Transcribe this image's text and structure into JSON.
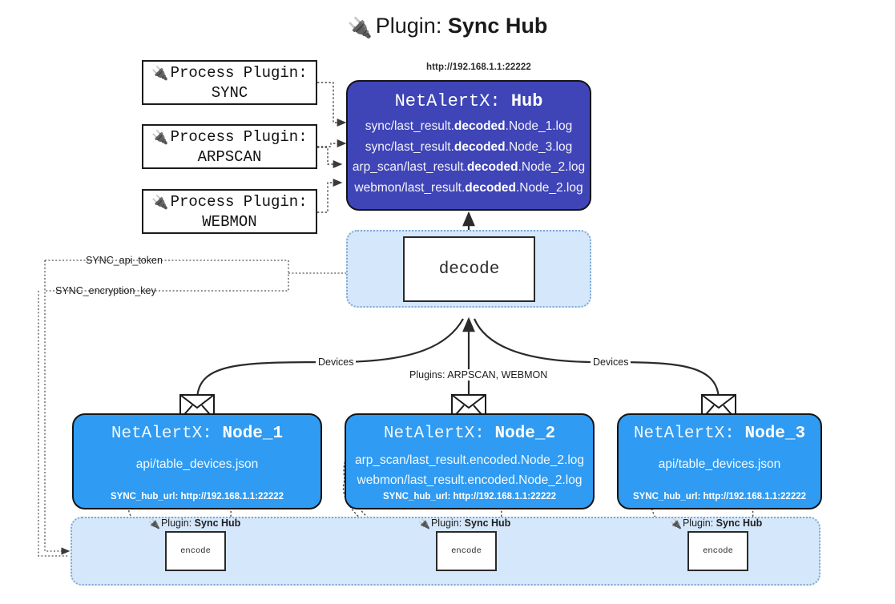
{
  "title": {
    "icon": "plug-icon",
    "lead": "Plugin:",
    "strong": "Sync Hub"
  },
  "process_plugins": [
    {
      "line1": "Process Plugin:",
      "line2": "SYNC",
      "icon": "plug-icon"
    },
    {
      "line1": "Process Plugin:",
      "line2": "ARPSCAN",
      "icon": "plug-icon"
    },
    {
      "line1": "Process Plugin:",
      "line2": "WEBMON",
      "icon": "plug-icon"
    }
  ],
  "hub": {
    "url": "http://192.168.1.1:22222",
    "title_prefix": "NetAlertX:",
    "title_name": "Hub",
    "lines": [
      {
        "pre": "sync/last_result.",
        "mid": "decoded",
        "post": ".Node_1.log"
      },
      {
        "pre": "sync/last_result.",
        "mid": "decoded",
        "post": ".Node_3.log"
      },
      {
        "pre": "arp_scan/last_result.",
        "mid": "decoded",
        "post": ".Node_2.log"
      },
      {
        "pre": "webmon/last_result.",
        "mid": "decoded",
        "post": ".Node_2.log"
      }
    ]
  },
  "decode": {
    "label": "decode"
  },
  "secrets": [
    {
      "label": "SYNC_api_token"
    },
    {
      "label": "SYNC_encryption_key"
    }
  ],
  "edge_labels": {
    "devices_left": "Devices",
    "devices_right": "Devices",
    "plugins_center": "Plugins: ARPSCAN, WEBMON"
  },
  "nodes": [
    {
      "title_prefix": "NetAlertX:",
      "title_name": "Node_1",
      "lines": [
        "api/table_devices.json"
      ],
      "footer": "SYNC_hub_url: http://192.168.1.1:22222",
      "envelope_icon": "envelope-icon"
    },
    {
      "title_prefix": "NetAlertX:",
      "title_name": "Node_2",
      "lines": [
        "arp_scan/last_result.encoded.Node_2.log",
        "webmon/last_result.encoded.Node_2.log"
      ],
      "footer": "SYNC_hub_url: http://192.168.1.1:22222",
      "envelope_icon": "envelope-icon"
    },
    {
      "title_prefix": "NetAlertX:",
      "title_name": "Node_3",
      "lines": [
        "api/table_devices.json"
      ],
      "footer": "SYNC_hub_url: http://192.168.1.1:22222",
      "envelope_icon": "envelope-icon"
    }
  ],
  "encoders": [
    {
      "plugin_lead": "Plugin:",
      "plugin_name": "Sync Hub",
      "label": "encode",
      "icon": "plug-icon"
    },
    {
      "plugin_lead": "Plugin:",
      "plugin_name": "Sync Hub",
      "label": "encode",
      "icon": "plug-icon"
    },
    {
      "plugin_lead": "Plugin:",
      "plugin_name": "Sync Hub",
      "label": "encode",
      "icon": "plug-icon"
    }
  ],
  "colors": {
    "hub": "#3f45b7",
    "node": "#2f9bf2",
    "pale_container": "#d5e7fa",
    "stroke": "#141414"
  }
}
